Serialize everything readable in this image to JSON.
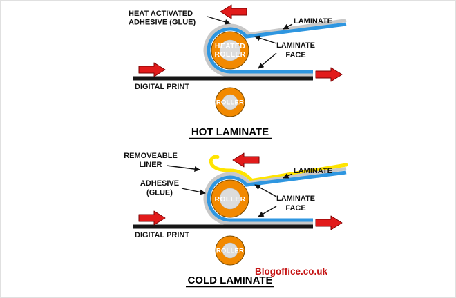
{
  "hot": {
    "adhesive_line1": "HEAT ACTIVATED",
    "adhesive_line2": "ADHESIVE (GLUE)",
    "laminate_label": "LAMINATE",
    "face_line1": "LAMINATE",
    "face_line2": "FACE",
    "roller_line1": "HEATED",
    "roller_line2": "ROLLER",
    "digital_print_label": "DIGITAL PRINT",
    "bottom_roller_label": "ROLLER",
    "title": "HOT LAMINATE"
  },
  "cold": {
    "liner_line1": "REMOVEABLE",
    "liner_line2": "LINER",
    "adhesive_line1": "ADHESIVE",
    "adhesive_line2": "(GLUE)",
    "laminate_label": "LAMINATE",
    "face_line1": "LAMINATE",
    "face_line2": "FACE",
    "roller_label": "ROLLER",
    "digital_print_label": "DIGITAL PRINT",
    "bottom_roller_label": "ROLLER",
    "title": "COLD LAMINATE"
  },
  "watermark": "Blogoffice.co.uk",
  "colors": {
    "roller_orange": "#f28900",
    "roller_core_gray": "#dcdcdc",
    "laminate_blue": "#2e96e0",
    "adhesive_gray": "#c8c8c8",
    "liner_yellow": "#ffe400",
    "arrow_red": "#e21b1b",
    "print_black": "#161616",
    "watermark_red": "#c41111"
  }
}
